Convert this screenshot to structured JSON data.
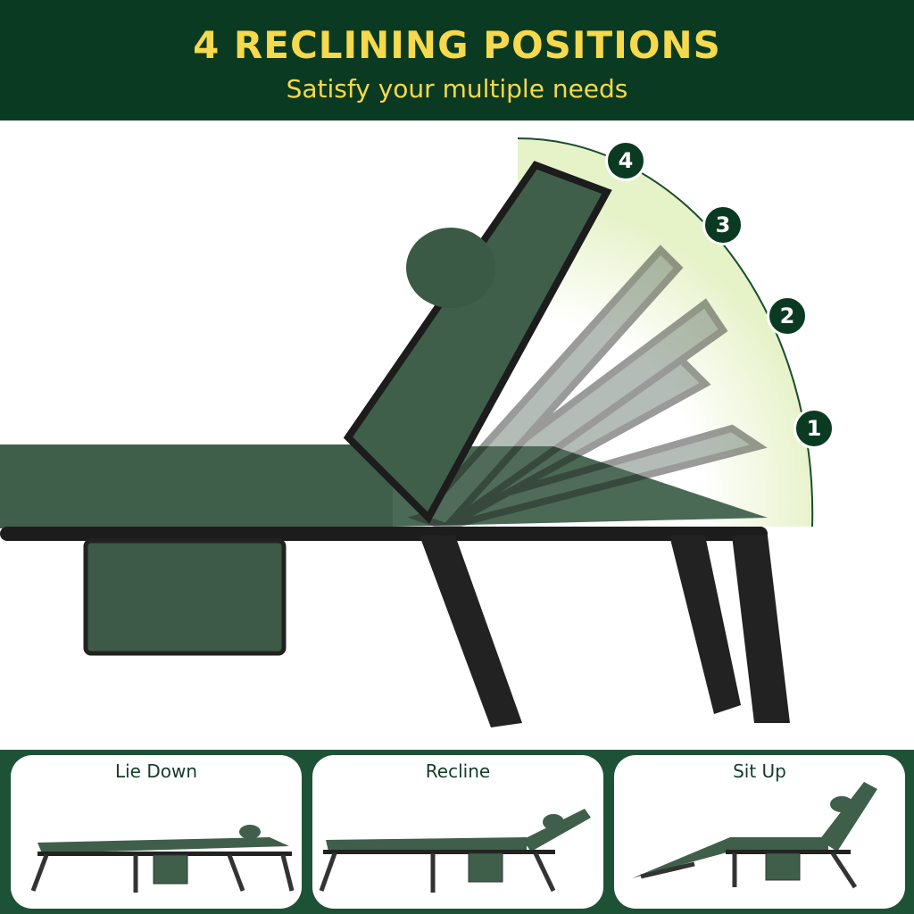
{
  "header": {
    "title": "4 RECLINING POSITIONS",
    "subtitle": "Satisfy your multiple needs"
  },
  "positions": [
    "1",
    "2",
    "3",
    "4"
  ],
  "modes": [
    {
      "label": "Lie Down"
    },
    {
      "label": "Recline"
    },
    {
      "label": "Sit Up"
    }
  ],
  "colors": {
    "header_bg": "#0b3a22",
    "accent": "#f6d94c",
    "band": "#1e5236",
    "fabric": "#3f5f4b"
  }
}
